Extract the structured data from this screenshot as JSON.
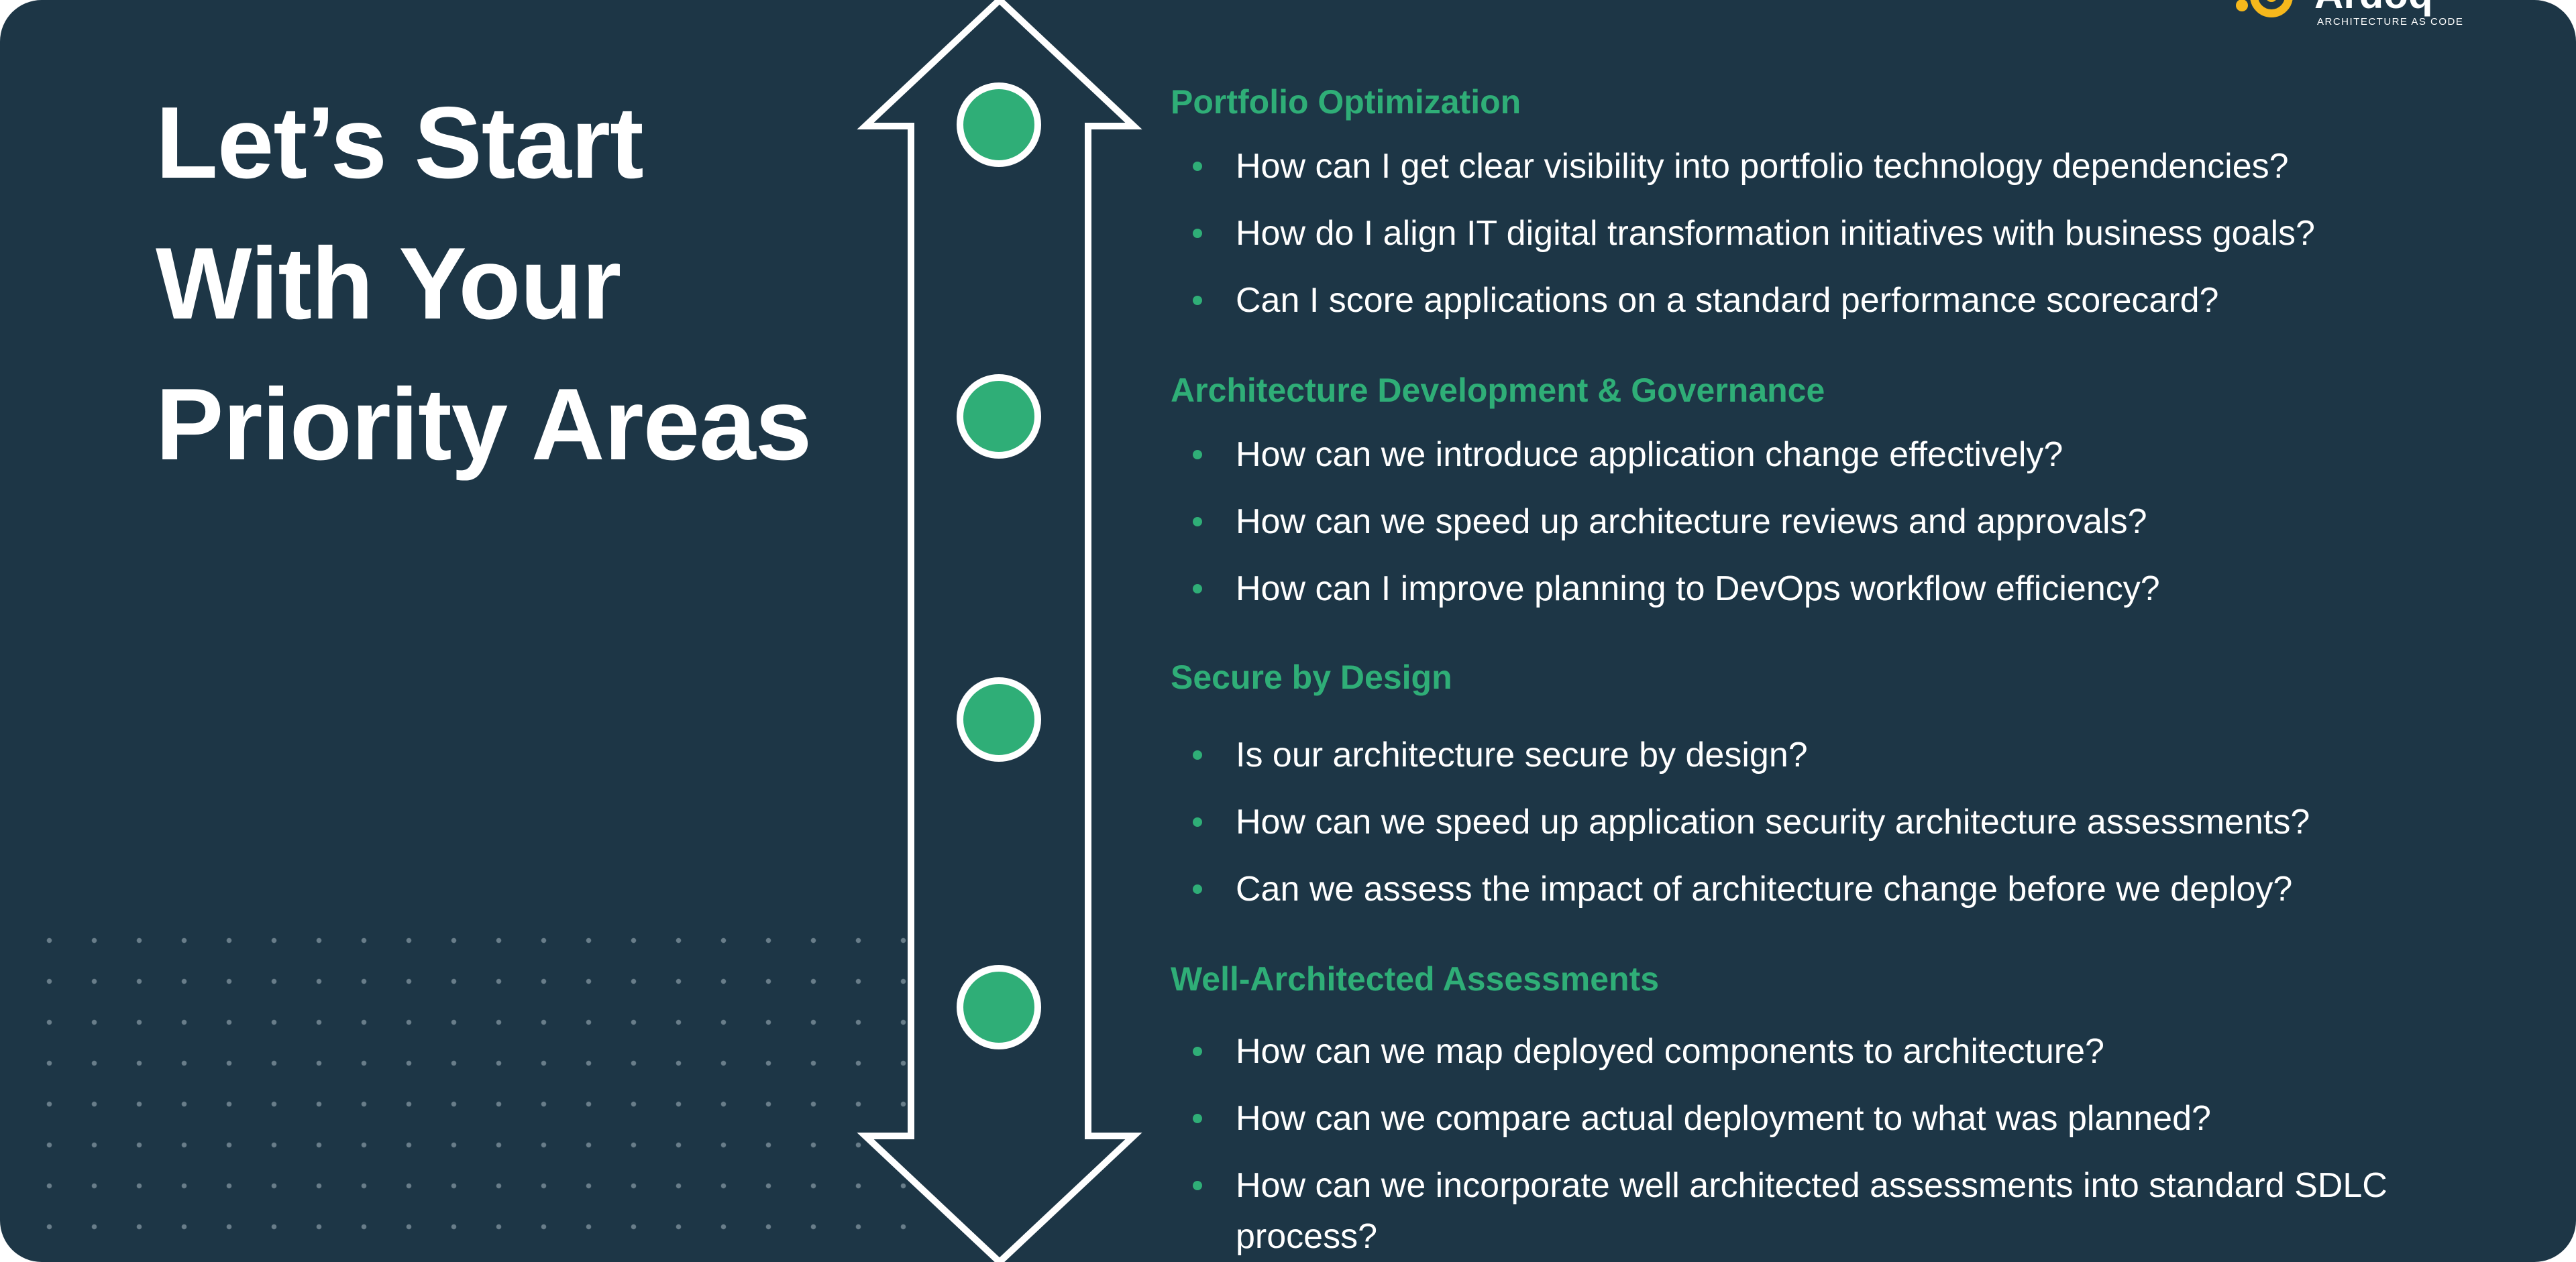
{
  "headline": "Let’s Start\nWith Your\nPriority Areas",
  "logo": {
    "name": "Ardoq",
    "tagline": "ARCHITECTURE AS CODE"
  },
  "colors": {
    "background": "#1d3646",
    "accent": "#2fae77",
    "text": "#ffffff",
    "logo_accent": "#f6b81c"
  },
  "icons": [
    "double-arrow-icon",
    "timeline-dot-icon",
    "bullet-icon",
    "logo-icon"
  ],
  "sections": [
    {
      "title": "Portfolio Optimization",
      "questions": [
        "How can I get clear visibility into portfolio technology dependencies?",
        "How do I align IT digital transformation initiatives with business goals?",
        "Can I score applications on a standard performance scorecard?"
      ]
    },
    {
      "title": "Architecture Development & Governance",
      "questions": [
        "How can we introduce application change effectively?",
        "How can we speed up architecture reviews and  approvals?",
        "How can I improve planning to DevOps workflow efficiency?"
      ]
    },
    {
      "title": "Secure by Design",
      "questions": [
        "Is our architecture secure by design?",
        "How can we speed up application security architecture assessments?",
        "Can we assess the impact of architecture change before we deploy?"
      ]
    },
    {
      "title": "Well-Architected Assessments",
      "questions": [
        "How can we map deployed components to architecture?",
        "How can we compare actual deployment to what was planned?",
        "How can we incorporate well architected assessments into standard SDLC process?"
      ]
    }
  ]
}
